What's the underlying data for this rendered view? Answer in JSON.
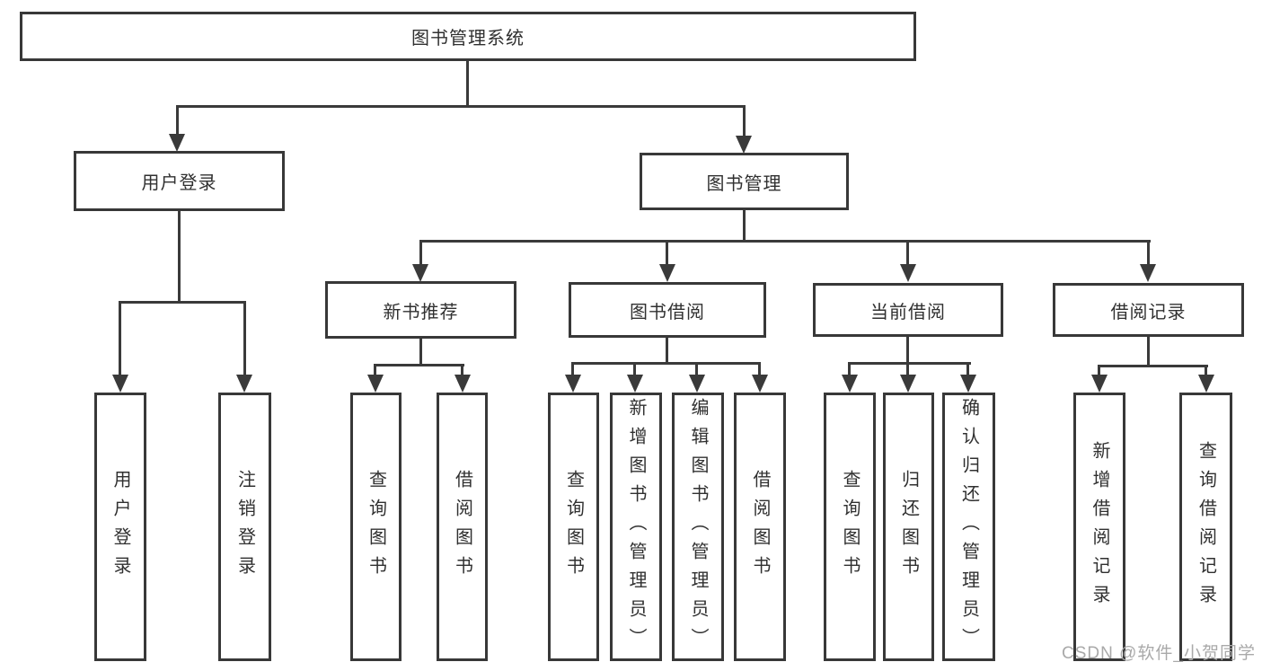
{
  "tree": {
    "root": {
      "label": "图书管理系统"
    },
    "branches": [
      {
        "label": "用户登录",
        "children": [
          {
            "label": "用户登录"
          },
          {
            "label": "注销登录"
          }
        ]
      },
      {
        "label": "图书管理",
        "children": [
          {
            "label": "新书推荐",
            "children": [
              {
                "label": "查询图书"
              },
              {
                "label": "借阅图书"
              }
            ]
          },
          {
            "label": "图书借阅",
            "children": [
              {
                "label": "查询图书"
              },
              {
                "label": "新增图书（管理员）"
              },
              {
                "label": "编辑图书（管理员）"
              },
              {
                "label": "借阅图书"
              }
            ]
          },
          {
            "label": "当前借阅",
            "children": [
              {
                "label": "查询图书"
              },
              {
                "label": "归还图书"
              },
              {
                "label": "确认归还（管理员）"
              }
            ]
          },
          {
            "label": "借阅记录",
            "children": [
              {
                "label": "新增借阅记录"
              },
              {
                "label": "查询借阅记录"
              }
            ]
          }
        ]
      }
    ]
  },
  "watermark": {
    "text": "CSDN @软件_小贺同学"
  },
  "colors": {
    "line": "#3a3a3a",
    "border": "#383838",
    "text": "#303030",
    "watermark": "#a9a9a9",
    "background": "#ffffff"
  }
}
